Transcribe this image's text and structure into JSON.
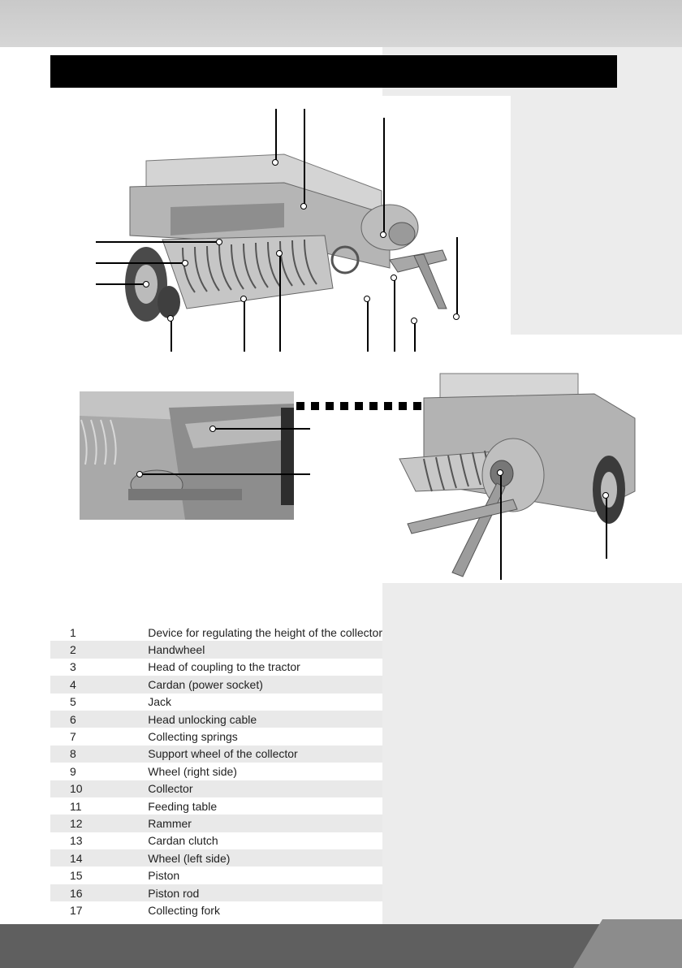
{
  "page": {
    "title": "",
    "parts_list": [
      {
        "number": "1",
        "description": "Device for regulating the height of the collector"
      },
      {
        "number": "2",
        "description": "Handwheel"
      },
      {
        "number": "3",
        "description": "Head of coupling to the tractor"
      },
      {
        "number": "4",
        "description": "Cardan (power socket)"
      },
      {
        "number": "5",
        "description": "Jack"
      },
      {
        "number": "6",
        "description": "Head unlocking cable"
      },
      {
        "number": "7",
        "description": "Collecting springs"
      },
      {
        "number": "8",
        "description": "Support wheel of the collector"
      },
      {
        "number": "9",
        "description": "Wheel (right side)"
      },
      {
        "number": "10",
        "description": "Collector"
      },
      {
        "number": "11",
        "description": "Feeding table"
      },
      {
        "number": "12",
        "description": "Rammer"
      },
      {
        "number": "13",
        "description": "Cardan clutch"
      },
      {
        "number": "14",
        "description": "Wheel (left side)"
      },
      {
        "number": "15",
        "description": "Piston"
      },
      {
        "number": "16",
        "description": "Piston rod"
      },
      {
        "number": "17",
        "description": "Collecting fork"
      }
    ]
  },
  "colors": {
    "title_bar": "#000000",
    "side_panel": "#ececec",
    "stripe": "#e9e9e9",
    "footer": "#5f5f5f",
    "footer_tab": "#8c8c8c",
    "machine_body": "#b0b0b0"
  }
}
